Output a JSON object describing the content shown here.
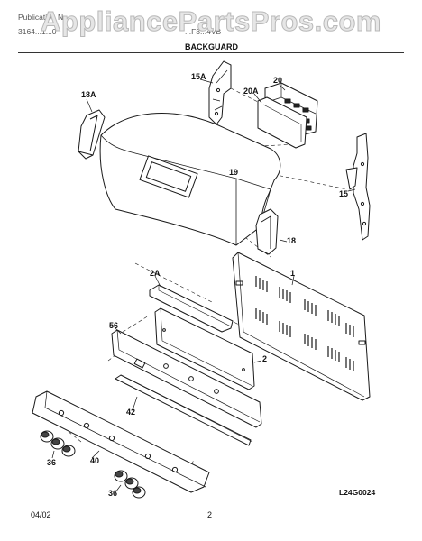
{
  "watermark": "AppliancePartsPros.com",
  "header": {
    "left_line1": "Publication N",
    "left_line2": "3164...1...0",
    "center_model": "...F3...4VB",
    "section_title": "BACKGUARD"
  },
  "callouts": {
    "p1": "1",
    "p2": "2",
    "p2A": "2A",
    "p15": "15",
    "p15A": "15A",
    "p18": "18",
    "p18A": "18A",
    "p19": "19",
    "p20": "20",
    "p20A": "20A",
    "p36a": "36",
    "p36b": "36",
    "p40": "40",
    "p42": "42",
    "p56": "56"
  },
  "footer": {
    "date": "04/02",
    "page": "2",
    "diagram_code": "L24G0024"
  }
}
